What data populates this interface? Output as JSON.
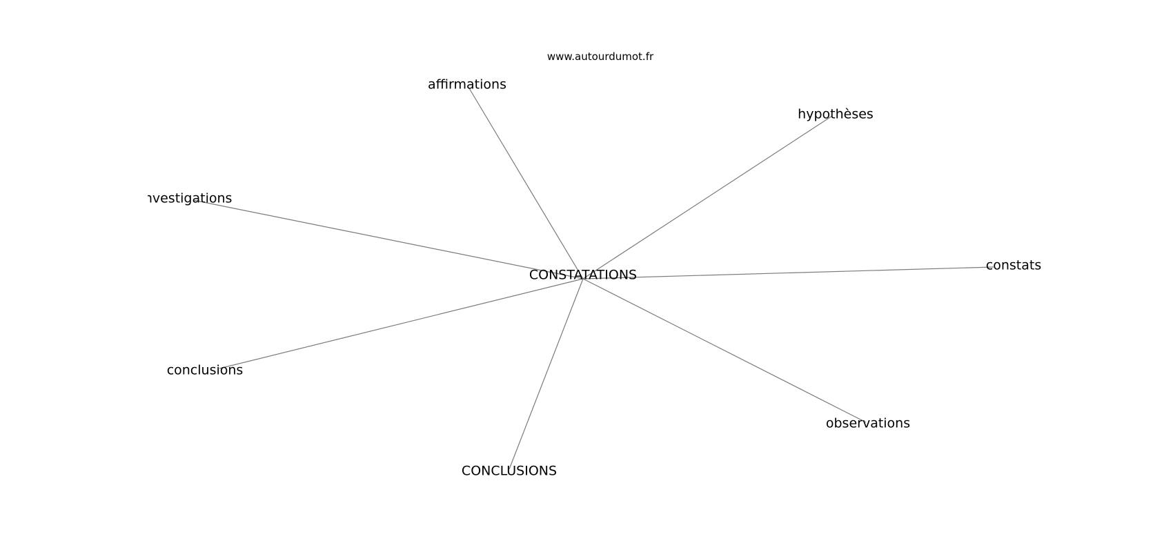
{
  "site": "www.autourdumot.fr",
  "center": {
    "label": "CONSTATATIONS"
  },
  "nodes": [
    {
      "id": "affirmations",
      "label": "affirmations"
    },
    {
      "id": "hypotheses",
      "label": "hypothèses"
    },
    {
      "id": "investigations",
      "label": "investigations"
    },
    {
      "id": "constats",
      "label": "constats"
    },
    {
      "id": "conclusions",
      "label": "conclusions"
    },
    {
      "id": "observations",
      "label": "observations"
    },
    {
      "id": "CONCLUSIONS",
      "label": "CONCLUSIONS"
    }
  ],
  "colors": {
    "edge": "#7a7a7a",
    "text": "#000000",
    "background": "#ffffff"
  }
}
